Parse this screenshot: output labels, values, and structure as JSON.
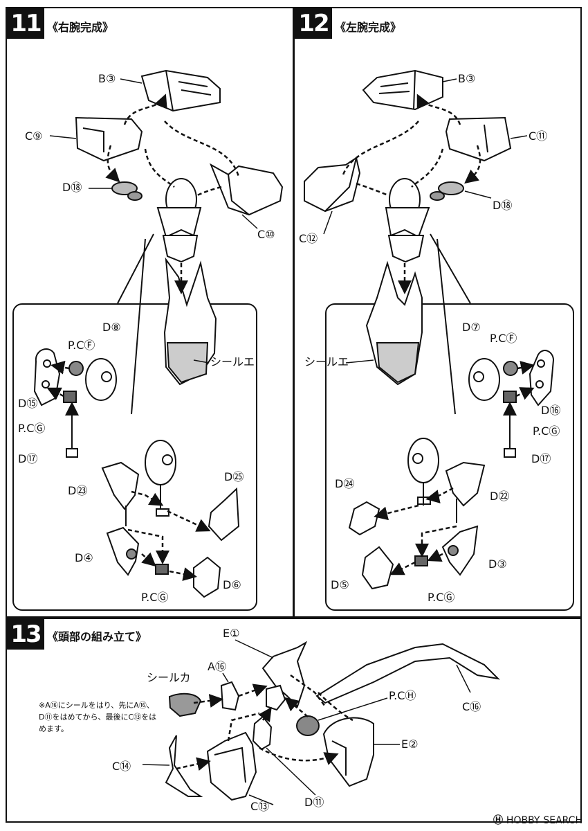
{
  "steps": [
    {
      "number": "11",
      "title": "《右腕完成》"
    },
    {
      "number": "12",
      "title": "《左腕完成》"
    },
    {
      "number": "13",
      "title": "《頭部の組み立て》"
    }
  ],
  "step11": {
    "labels": {
      "b3": "B③",
      "c9": "C⑨",
      "d18": "D⑱",
      "c10": "C⑩",
      "seal": "シールエ",
      "d8": "D⑧",
      "pcf": "P.CⒻ",
      "d15": "D⑮",
      "pcg1": "P.CⒼ",
      "d17": "D⑰",
      "d23": "D㉓",
      "d25": "D㉕",
      "d4": "D④",
      "d6": "D⑥",
      "pcg2": "P.CⒼ"
    }
  },
  "step12": {
    "labels": {
      "b3": "B③",
      "c11": "C⑪",
      "d18": "D⑱",
      "c12": "C⑫",
      "seal": "シールエ",
      "d7": "D⑦",
      "pcf": "P.CⒻ",
      "d16": "D⑯",
      "pcg1": "P.CⒼ",
      "d17": "D⑰",
      "d24": "D㉔",
      "d22": "D㉒",
      "d3": "D③",
      "d5": "D⑤",
      "pcg2": "P.CⒼ"
    }
  },
  "step13": {
    "labels": {
      "e1": "E①",
      "a16": "A⑯",
      "sealka": "シールカ",
      "pch": "P.CⒽ",
      "c16": "C⑯",
      "e2": "E②",
      "c14": "C⑭",
      "c13": "C⑬",
      "d11": "D⑪"
    },
    "note": "※A⑯にシールをはり、先にA⑯、D⑪をはめてから、最後にC⑬をはめます。"
  },
  "watermark": {
    "brand": "HOBBY",
    "suffix": "SEARCH"
  }
}
